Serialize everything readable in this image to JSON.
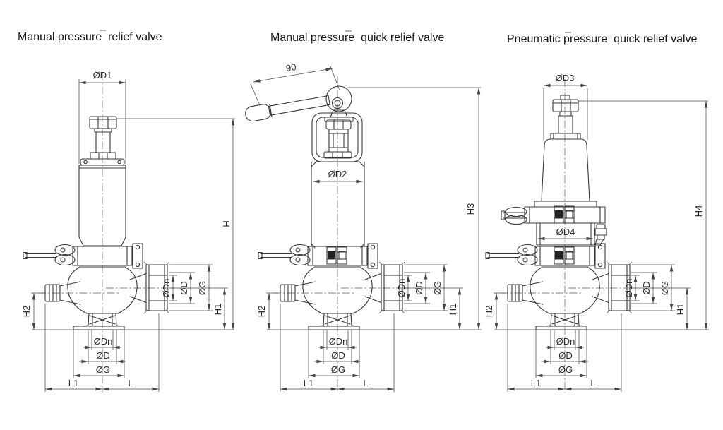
{
  "page": {
    "background": "#ffffff",
    "line_color": "#383838"
  },
  "valves": [
    {
      "title": "Manual pressure  relief valve",
      "dims": {
        "top_dia": "ØD1",
        "height": "H",
        "h1": "H1",
        "h2": "H2",
        "dn": "ØDn",
        "d": "ØD",
        "g": "ØG",
        "l1": "L1",
        "l": "L"
      }
    },
    {
      "title": "Manual pressure  quick relief valve",
      "dims": {
        "handle_len": "90",
        "body_dia": "ØD2",
        "height": "H3",
        "h1": "H1",
        "h2": "H2",
        "dn": "ØDn",
        "d": "ØD",
        "g": "ØG",
        "l1": "L1",
        "l": "L"
      }
    },
    {
      "title": "Pneumatic pressure  quick relief valve",
      "dims": {
        "top_dia": "ØD3",
        "mid_dia": "ØD4",
        "height": "H4",
        "h1": "H1",
        "h2": "H2",
        "dn": "ØDn",
        "d": "ØD",
        "g": "ØG",
        "l1": "L1",
        "l": "L"
      }
    }
  ]
}
